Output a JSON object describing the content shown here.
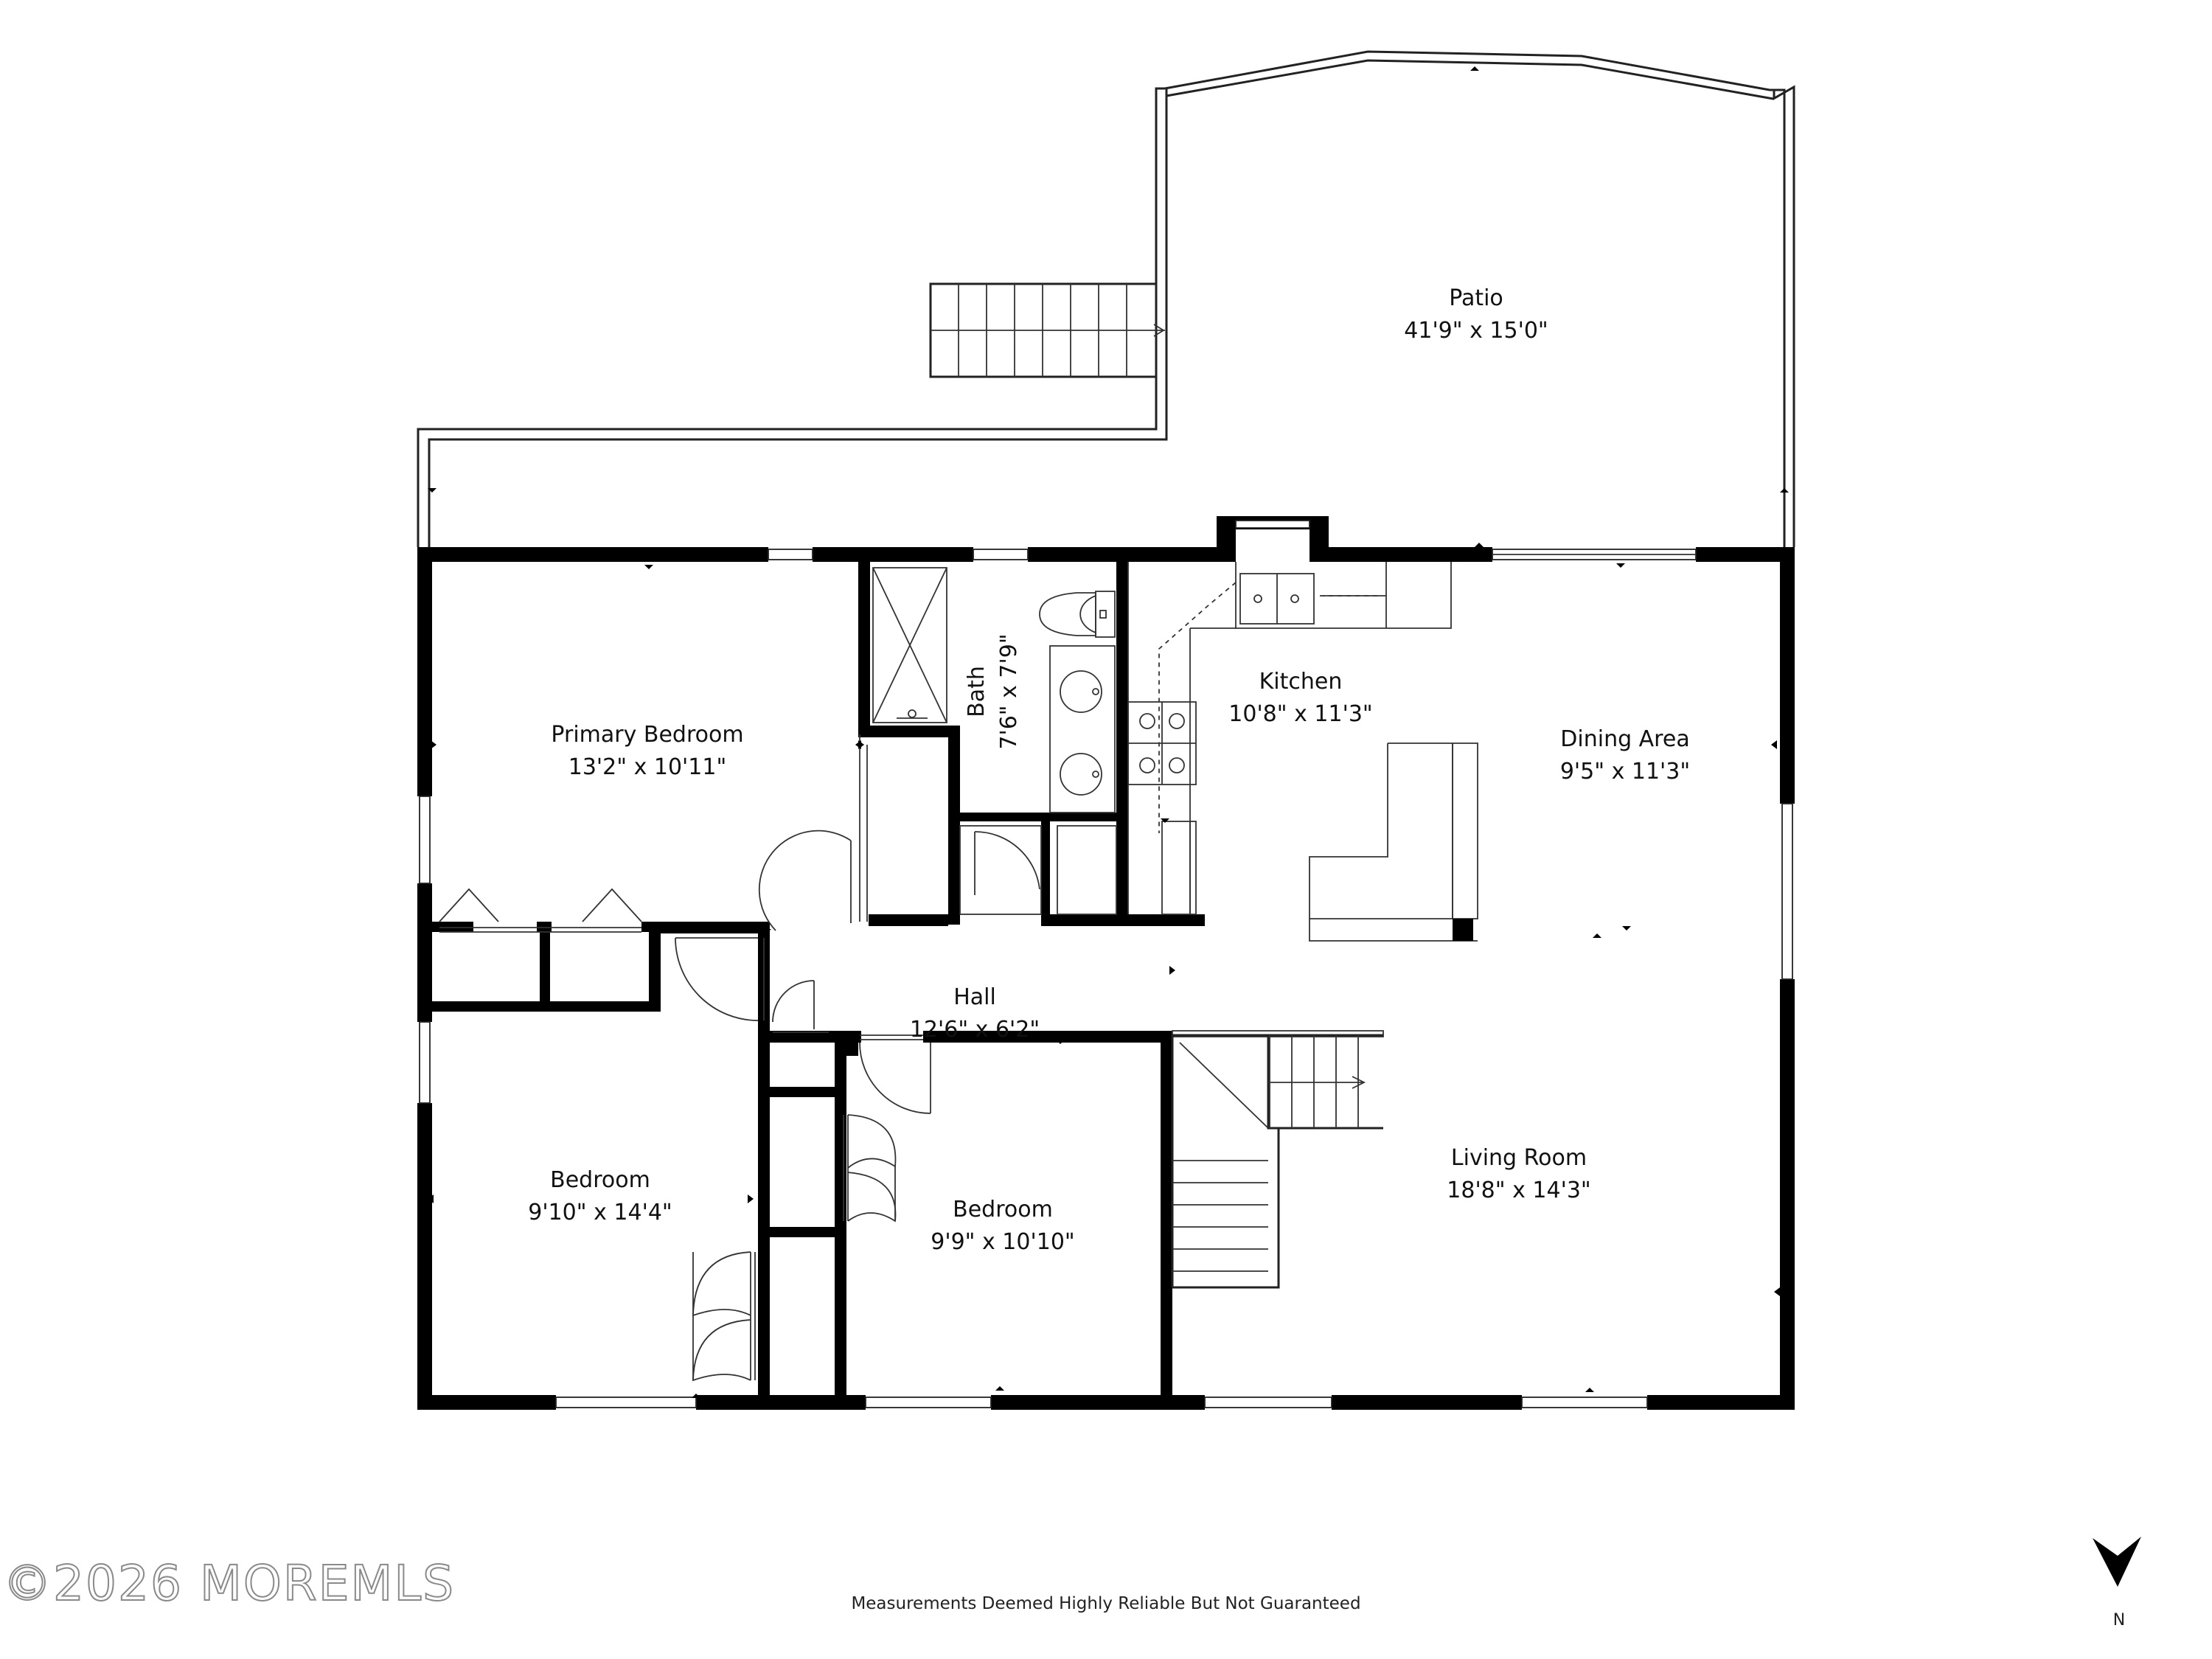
{
  "rooms": {
    "patio": {
      "name": "Patio",
      "dims": "41'9\" x 15'0\""
    },
    "primary": {
      "name": "Primary Bedroom",
      "dims": "13'2\" x 10'11\""
    },
    "bath": {
      "name": "Bath",
      "dims": "7'6\" x 7'9\""
    },
    "kitchen": {
      "name": "Kitchen",
      "dims": "10'8\" x 11'3\""
    },
    "dining": {
      "name": "Dining Area",
      "dims": "9'5\" x 11'3\""
    },
    "hall": {
      "name": "Hall",
      "dims": "12'6\" x 6'2\""
    },
    "bedroom_left": {
      "name": "Bedroom",
      "dims": "9'10\" x 14'4\""
    },
    "bedroom_middle": {
      "name": "Bedroom",
      "dims": "9'9\" x 10'10\""
    },
    "living": {
      "name": "Living Room",
      "dims": "18'8\" x 14'3\""
    }
  },
  "footer": {
    "disclaimer": "Measurements Deemed Highly Reliable But Not Guaranteed",
    "watermark": "©2026 MOREMLS",
    "compass_label": "N"
  },
  "colors": {
    "wall": "#000000",
    "line": "#222222",
    "background": "#ffffff"
  }
}
